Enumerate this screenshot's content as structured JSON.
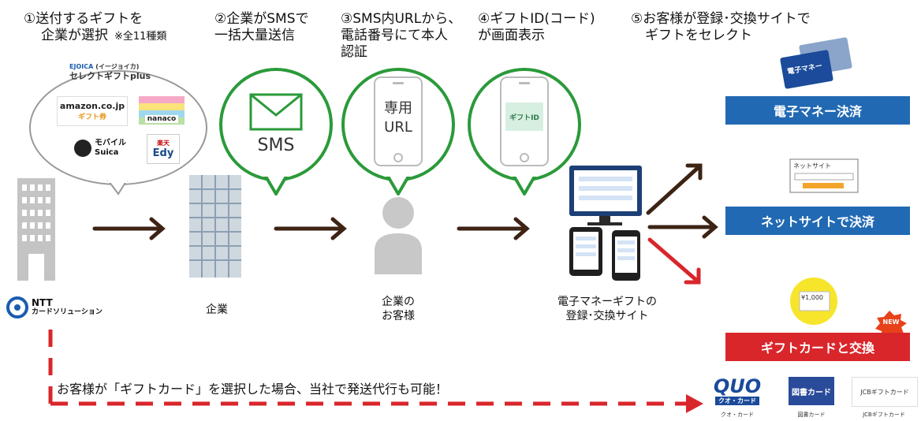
{
  "steps": [
    {
      "line1": "①送付するギフトを",
      "line2": "企業が選択",
      "note": "※全11種類"
    },
    {
      "line1": "②企業がSMSで",
      "line2": "一括大量送信"
    },
    {
      "line1": "③SMS内URLから、",
      "line2": "電話番号にて本人",
      "line3": "認証"
    },
    {
      "line1": "④ギフトID(コード)",
      "line2": "が画面表示"
    },
    {
      "line1": "⑤お客様が登録･交換サイトで",
      "line2": "ギフトをセレクト"
    }
  ],
  "gift_bubble": {
    "header_small": "EJOICA",
    "header_tag": "(イージョイカ)",
    "header": "セレクトギフトplus",
    "items": [
      {
        "label": "amazon.co.jp",
        "sub": "ギフト券"
      },
      {
        "label": "nanaco"
      },
      {
        "label": "モバイル",
        "sub": "Suica"
      },
      {
        "label": "楽天",
        "sub": "Edy"
      }
    ]
  },
  "bubbles": {
    "sms": "SMS",
    "url_line1": "専用",
    "url_line2": "URL",
    "gift_id": "ギフトID"
  },
  "captions": {
    "company": "企業",
    "customer_line1": "企業の",
    "customer_line2": "お客様",
    "site_line1": "電子マネーギフトの",
    "site_line2": "登録･交換サイト"
  },
  "ntt": {
    "name": "NTT",
    "sub": "カードソリューション"
  },
  "payment": {
    "emoney": "電子マネー決済",
    "emoney_card": "電子マネー",
    "netsite": "ネットサイトで決済",
    "netsite_window": "ネットサイト",
    "giftcard": "ギフトカードと交換",
    "giftcard_value": "¥1,000",
    "new_badge": "NEW"
  },
  "bottom_note": "お客様が「ギフトカード」を選択した場合、当社で発送代行も可能！",
  "cards": [
    {
      "logo": "QUO",
      "logo_sub": "クオ・カード",
      "caption": "クオ・カード"
    },
    {
      "logo": "図書カード",
      "caption": "図書カード"
    },
    {
      "logo": "JCBギフトカード",
      "caption": "JCBギフトカード"
    }
  ],
  "colors": {
    "green": "#2b9a3a",
    "arrow_brown": "#3d2314",
    "red": "#d9262b",
    "blue": "#2169b3"
  }
}
